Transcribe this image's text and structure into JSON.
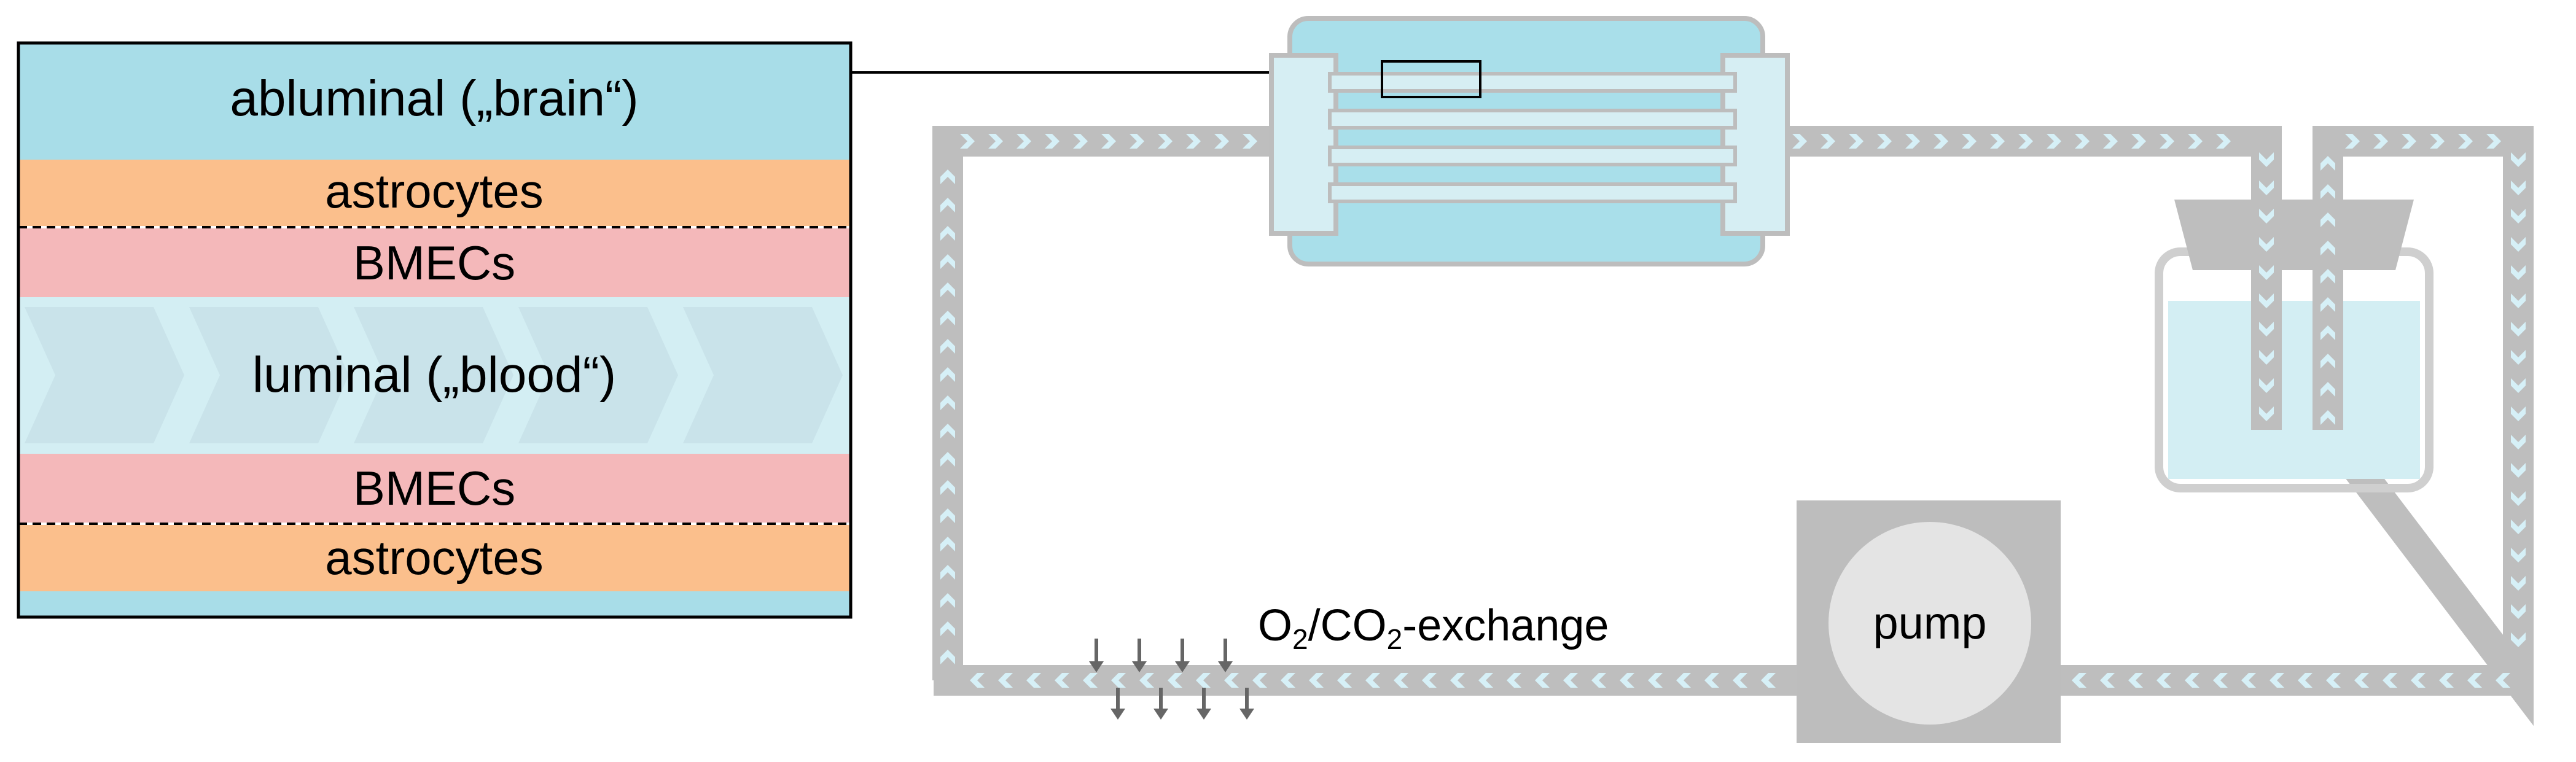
{
  "colors": {
    "brain_fluid": "#a8dde8",
    "astrocytes": "#fbbf8c",
    "bmecs": "#f4b8ba",
    "blood_fluid": "#d3eef3",
    "chevron_layer": "#c9e3ea",
    "tube": "#bebebe",
    "tube_arrow": "#d6f0f7",
    "cartridge_body": "#a9dfea",
    "cartridge_light": "#d6eef3",
    "reservoir_outline": "#cfcfcf",
    "pump_box": "#bdbdbd",
    "pump_disc": "#e4e4e4",
    "gas_arrow": "#666666",
    "line": "#000000"
  },
  "cross_section": {
    "abluminal_label": "abluminal („brain“)",
    "astrocytes_top_label": "astrocytes",
    "bmecs_top_label": "BMECs",
    "luminal_label": "luminal („blood“)",
    "bmecs_bottom_label": "BMECs",
    "astrocytes_bottom_label": "astrocytes"
  },
  "circuit": {
    "pump_label": "pump",
    "gas_exchange": {
      "o": "O",
      "sub1": "2",
      "slash_co": "/CO",
      "sub2": "2",
      "suffix": "-exchange"
    }
  }
}
